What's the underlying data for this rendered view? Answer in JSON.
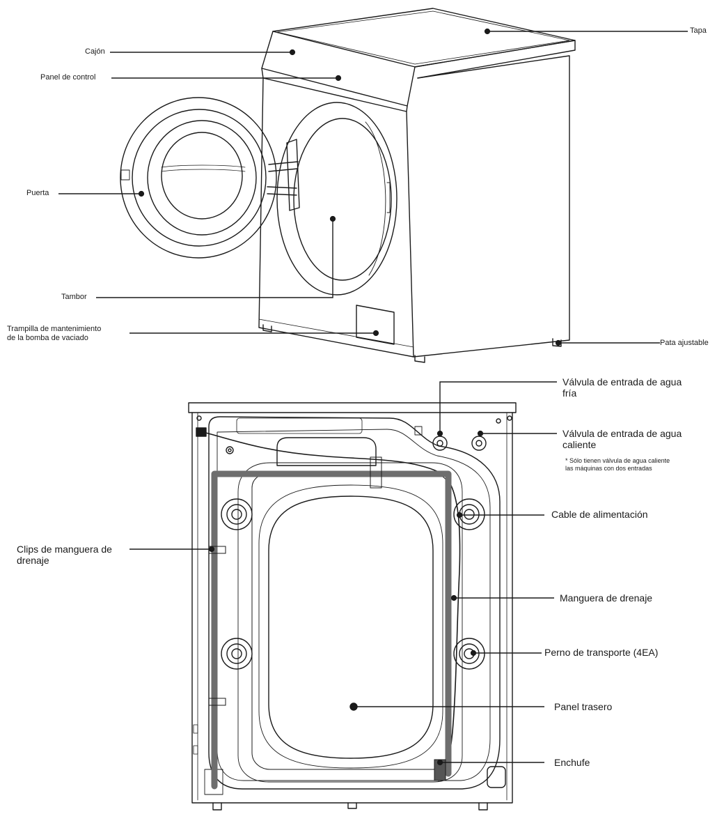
{
  "front_view": {
    "labels": {
      "tapa": "Tapa",
      "cajon": "Cajón",
      "panel_control": "Panel de control",
      "puerta": "Puerta",
      "tambor": "Tambor",
      "trampilla_line1": "Trampilla de mantenimiento",
      "trampilla_line2": "de la bomba de vaciado",
      "pata": "Pata ajustable"
    }
  },
  "rear_view": {
    "labels": {
      "valvula_fria_line1": "Válvula de entrada de agua",
      "valvula_fria_line2": "fría",
      "valvula_caliente_line1": "Válvula de entrada de agua",
      "valvula_caliente_line2": "caliente",
      "nota_line1": "* Sólo tienen válvula de agua caliente",
      "nota_line2": "las máquinas con dos entradas",
      "cable": "Cable de alimentación",
      "clips_line1": "Clips de manguera de",
      "clips_line2": "drenaje",
      "manguera": "Manguera de drenaje",
      "perno": "Perno de transporte (4EA)",
      "panel_trasero": "Panel trasero",
      "enchufe": "Enchufe"
    }
  },
  "colors": {
    "line": "#1a1a1a",
    "hose": "#6e6e6e",
    "background": "#ffffff"
  }
}
